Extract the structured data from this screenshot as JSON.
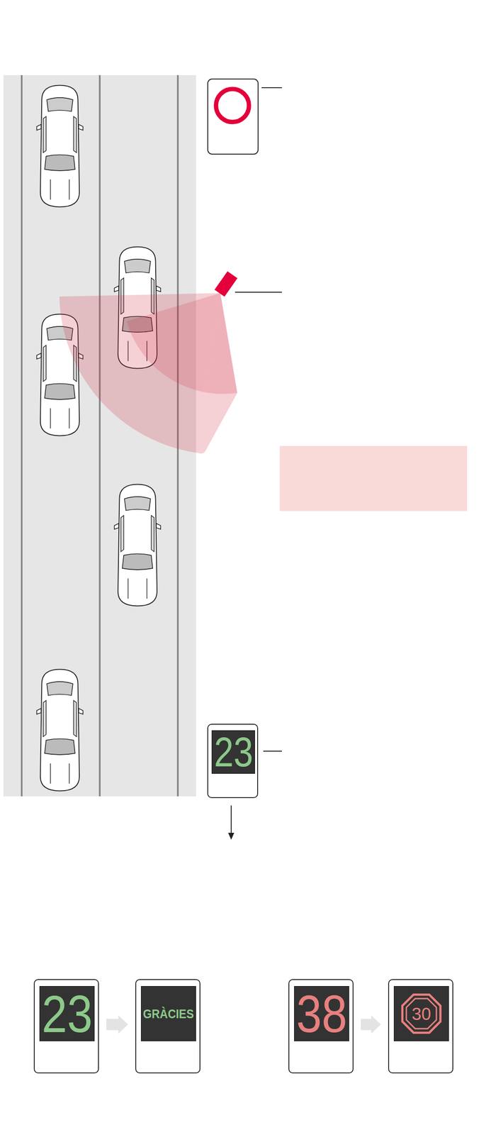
{
  "diagram": {
    "nodes": [
      {
        "text": [
          "23"
        ]
      },
      {
        "text": [
          "23"
        ]
      },
      {
        "text": [
          "GRÀCIES"
        ]
      },
      {
        "text": [
          "38"
        ]
      },
      {
        "text": [
          "30"
        ]
      }
    ],
    "edges": [
      {
        "from": 1,
        "to": 2,
        "arrow": "to"
      },
      {
        "from": 3,
        "to": 4,
        "arrow": "to"
      }
    ]
  }
}
